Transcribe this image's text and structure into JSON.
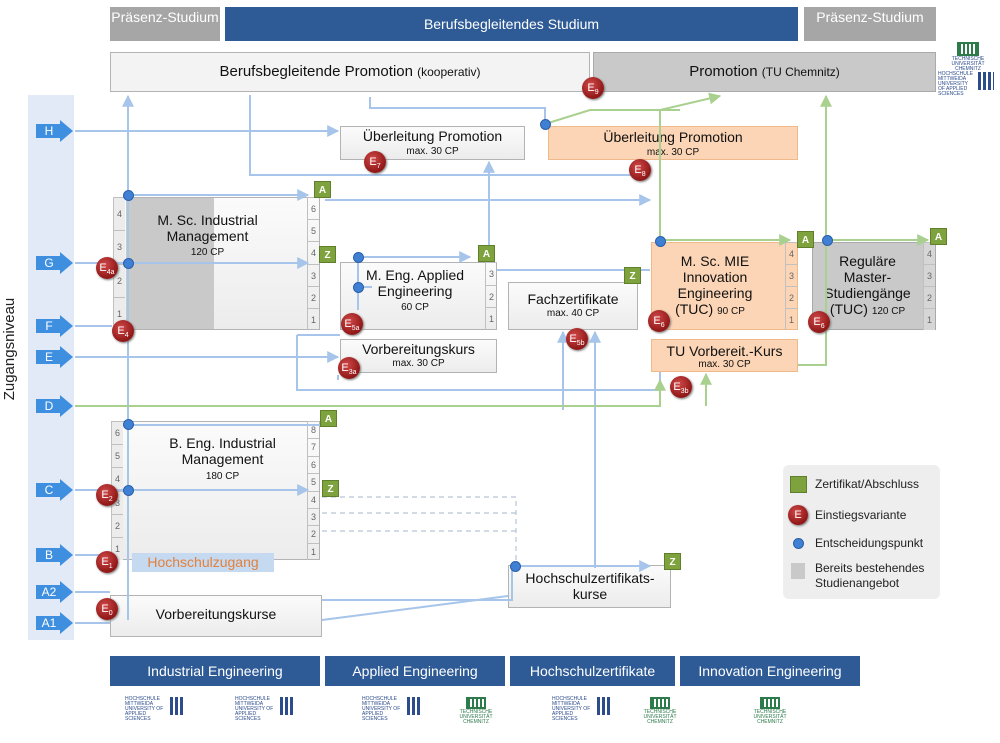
{
  "headers": {
    "left": "Präsenz-Studium",
    "center": "Berufsbegleitendes Studium",
    "right": "Präsenz-Studium"
  },
  "promotion": {
    "left": "Berufsbegleitende Promotion",
    "left_suffix": "(kooperativ)",
    "right": "Promotion",
    "right_suffix": "(TU Chemnitz)"
  },
  "ueberleitung_left": {
    "title": "Überleitung Promotion",
    "cp": "max. 30 CP"
  },
  "ueberleitung_right": {
    "title": "Überleitung Promotion",
    "cp": "max. 30 CP"
  },
  "msc_im": {
    "title": "M. Sc. Industrial Management",
    "cp": "120 CP",
    "sem_left": [
      "4",
      "3",
      "2",
      "1"
    ],
    "sem_right": [
      "6",
      "5",
      "4",
      "3",
      "2",
      "1"
    ]
  },
  "meng": {
    "title": "M. Eng. Applied Engineering",
    "cp": "60 CP",
    "sem": [
      "3",
      "2",
      "1"
    ]
  },
  "fachzert": {
    "title": "Fachzertifikate",
    "cp": "max. 40 CP"
  },
  "mie": {
    "title": "M. Sc. MIE Innovation Engineering",
    "suffix": "(TUC)",
    "cp": "90 CP",
    "sem": [
      "4",
      "3",
      "2",
      "1"
    ]
  },
  "regulaere": {
    "title": "Reguläre Master-Studiengänge",
    "suffix": "(TUC)",
    "cp": "120 CP",
    "sem": [
      "4",
      "3",
      "2",
      "1"
    ]
  },
  "vorbereitungskurs": {
    "title": "Vorbereitungskurs",
    "cp": "max. 30 CP"
  },
  "tu_vorb": {
    "title": "TU Vorbereit.-Kurs",
    "cp": "max. 30 CP"
  },
  "beng": {
    "title": "B. Eng. Industrial Management",
    "cp": "180 CP",
    "sem_left": [
      "6",
      "5",
      "4",
      "3",
      "2",
      "1"
    ],
    "sem_right": [
      "8",
      "7",
      "6",
      "5",
      "4",
      "3",
      "2",
      "1"
    ],
    "hochschulzugang": "Hochschulzugang"
  },
  "hs_kurse": {
    "title": "Hochschulzertifikats-kurse"
  },
  "vorbereitungskurse": {
    "title": "Vorbereitungskurse"
  },
  "axis_label": "Zugangsniveau",
  "levels": [
    "H",
    "G",
    "F",
    "E",
    "D",
    "C",
    "B",
    "A2",
    "A1"
  ],
  "badges": {
    "A": "A",
    "Z": "Z"
  },
  "entries": {
    "E": "E",
    "subs": [
      "9",
      "7",
      "8",
      "4a",
      "4",
      "5a",
      "5b",
      "6",
      "6",
      "3a",
      "3b",
      "2",
      "1",
      "0"
    ]
  },
  "legend": {
    "zertifikat": "Zertifikat/Abschluss",
    "einstieg": "Einstiegsvariante",
    "entscheidung": "Entscheidungspunkt",
    "bereits": "Bereits bestehendes Studienangebot",
    "E": "E"
  },
  "programs": [
    "Industrial Engineering",
    "Applied Engineering",
    "Hochschulzertifikate",
    "Innovation Engineering"
  ],
  "logos": {
    "mittweida": "HOCHSCHULE MITTWEIDA UNIVERSITY OF APPLIED SCIENCES",
    "tuc": "TECHNISCHE UNIVERSITÄT CHEMNITZ"
  },
  "colors": {
    "header_gray": "#a6a6a6",
    "header_blue": "#2e5b96",
    "arrow_blue": "#a7c4ea",
    "orange": "#fbd5b5",
    "green": "#7ea23d",
    "gray_box": "#c9c9c9",
    "entry_red": "#a52222",
    "dot_blue": "#3f7fd4"
  }
}
